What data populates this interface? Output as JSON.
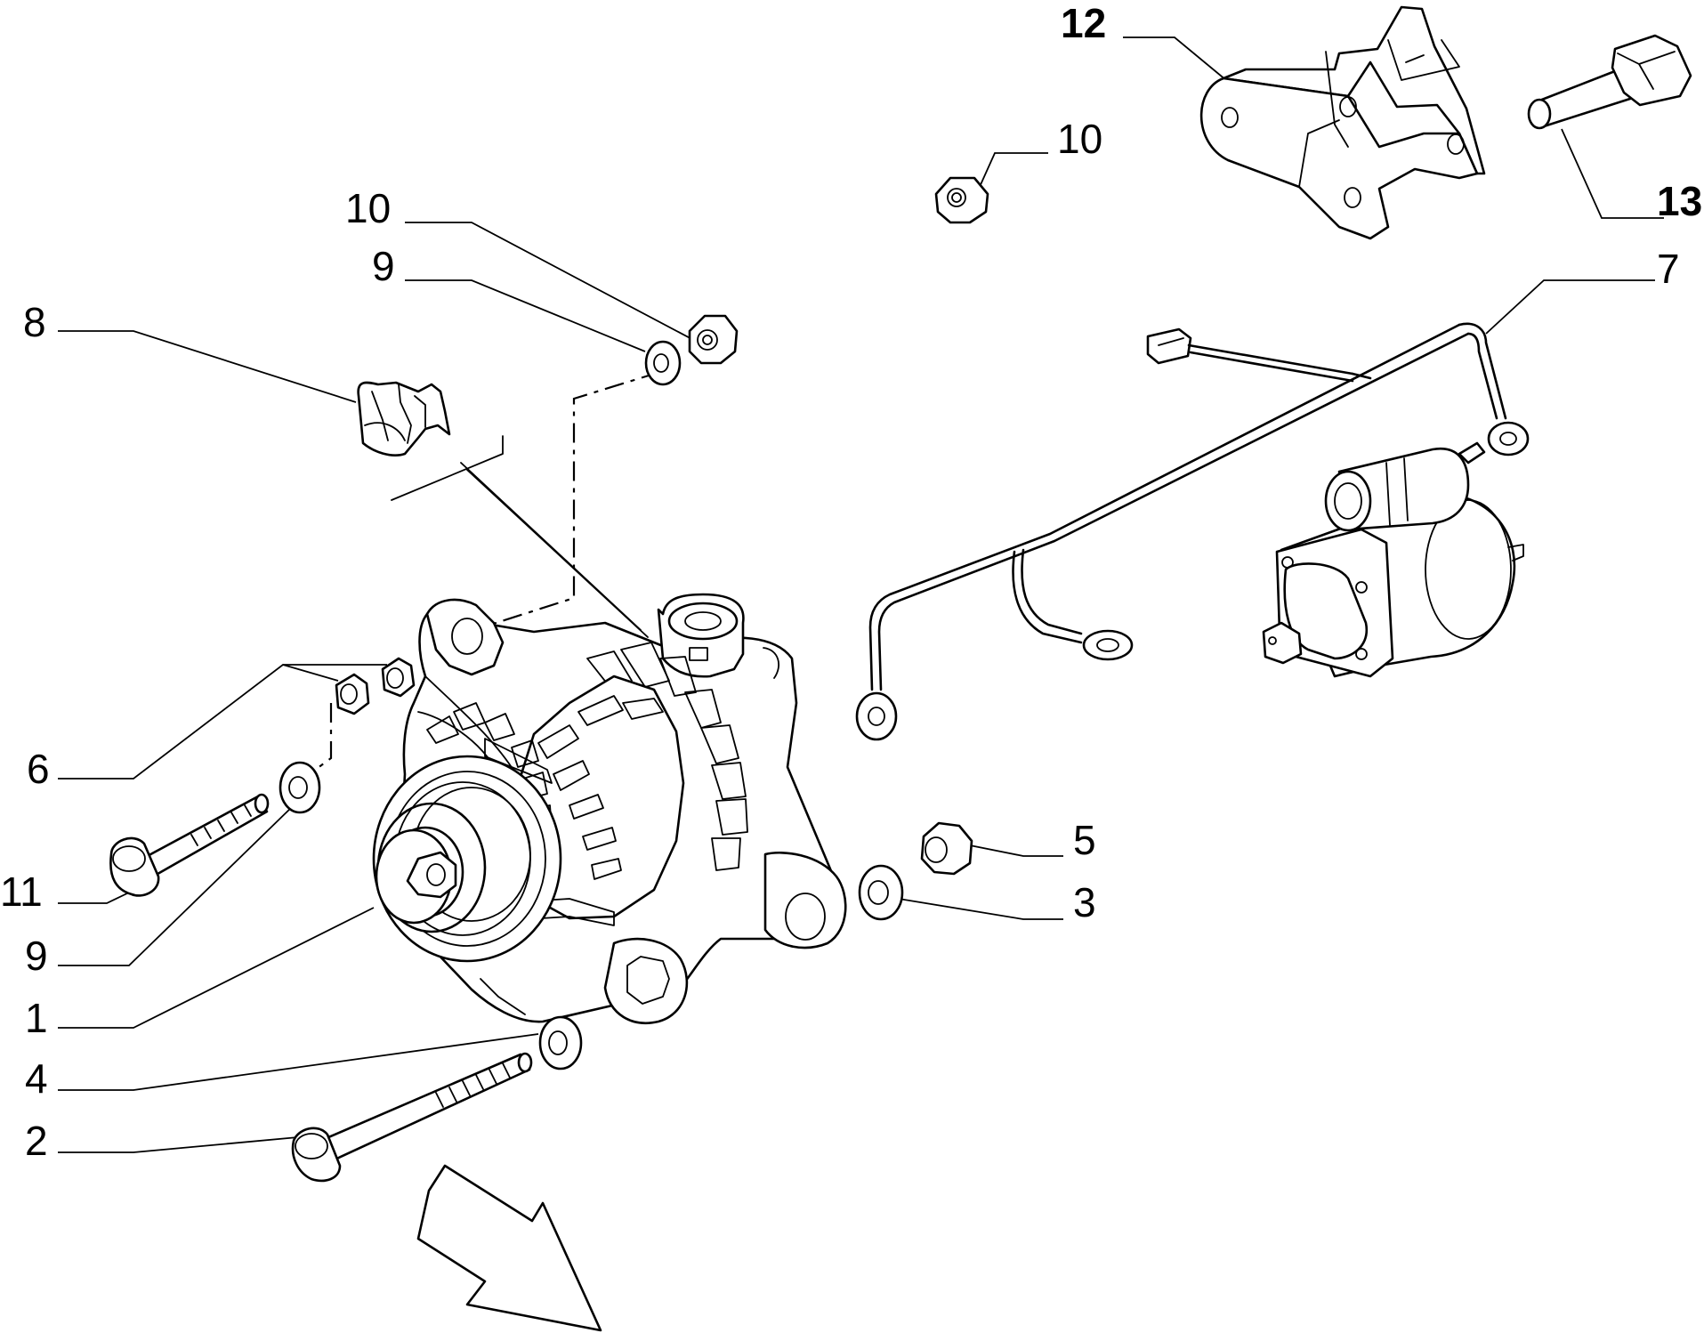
{
  "labels": {
    "l1": "1",
    "l2": "2",
    "l3": "3",
    "l4": "4",
    "l5": "5",
    "l6": "6",
    "l7": "7",
    "l8": "8",
    "l9a": "9",
    "l9b": "9",
    "l10a": "10",
    "l10b": "10",
    "l11": "11",
    "l12": "12",
    "l13": "13"
  }
}
